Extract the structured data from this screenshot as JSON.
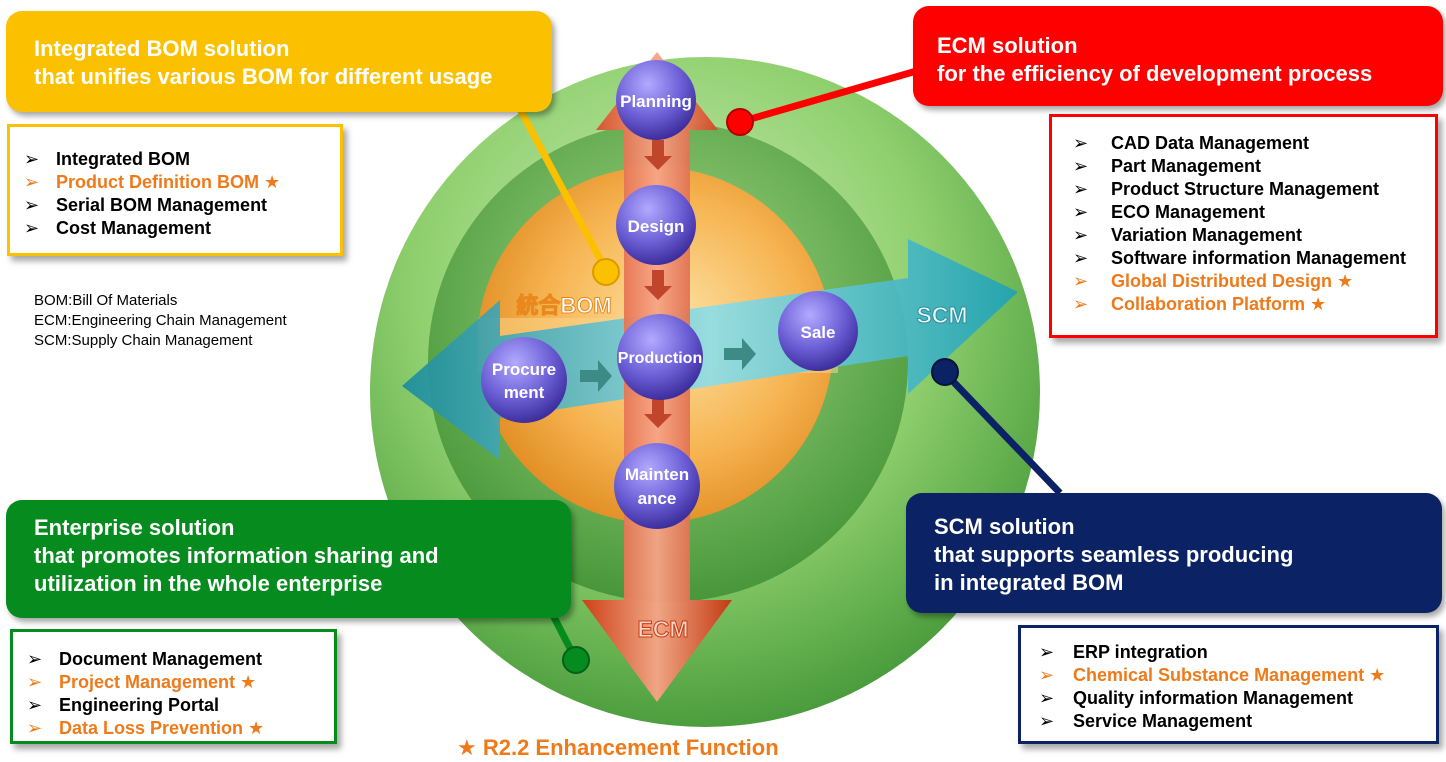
{
  "colors": {
    "bom": "#fbc100",
    "ecm": "#ff0000",
    "enterprise": "#068b1e",
    "scm": "#0b2364",
    "enhancement": "#ef7a1a",
    "teal_arrow": "#2aa1b1",
    "red_arrow": "#e2461e",
    "purple_node": "#6a5acd",
    "green_ring": "#5fb04a",
    "orange_core": "#f2a33a"
  },
  "bom_header": {
    "line1": "Integrated BOM solution",
    "line2": "that unifies various BOM for different usage"
  },
  "ecm_header": {
    "line1": "ECM solution",
    "line2": "for the efficiency of development process"
  },
  "enterprise_header": {
    "line1": "Enterprise solution",
    "line2": "that promotes information sharing and",
    "line3": "utilization in the whole enterprise"
  },
  "scm_header": {
    "line1": "SCM solution",
    "line2": "that supports seamless producing",
    "line3": "in integrated BOM"
  },
  "bullet_symbol": "➢",
  "bom_items": [
    {
      "label": "Integrated BOM"
    },
    {
      "label": "Product Definition BOM ★"
    },
    {
      "label": "Serial BOM Management"
    },
    {
      "label": "Cost Management"
    }
  ],
  "ecm_items": [
    {
      "label": "CAD Data Management"
    },
    {
      "label": "Part Management"
    },
    {
      "label": "Product Structure Management"
    },
    {
      "label": "ECO Management"
    },
    {
      "label": "Variation Management"
    },
    {
      "label": "Software information Management"
    },
    {
      "label": "Global Distributed Design ★"
    },
    {
      "label": "Collaboration Platform ★"
    }
  ],
  "enterprise_items": [
    {
      "label": "Document Management"
    },
    {
      "label": "Project Management ★"
    },
    {
      "label": "Engineering Portal"
    },
    {
      "label": "Data Loss Prevention ★"
    }
  ],
  "scm_items": [
    {
      "label": "ERP integration"
    },
    {
      "label": "Chemical Substance Management ★"
    },
    {
      "label": "Quality information Management"
    },
    {
      "label": "Service Management"
    }
  ],
  "abbreviations": {
    "bom": "BOM:Bill Of Materials",
    "ecm": "ECM:Engineering Chain Management",
    "scm": "SCM:Supply Chain Management"
  },
  "diagram": {
    "integrated_bom_label": "統合BOM",
    "scm_label": "SCM",
    "ecm_label": "ECM",
    "nodes": {
      "planning": "Planning",
      "design": "Design",
      "production": "Production",
      "sale": "Sale",
      "procurement_1": "Procure",
      "procurement_2": "ment",
      "maintenance_1": "Mainten",
      "maintenance_2": "ance"
    }
  },
  "enhancement_note": "★  R2.2 Enhancement Function"
}
